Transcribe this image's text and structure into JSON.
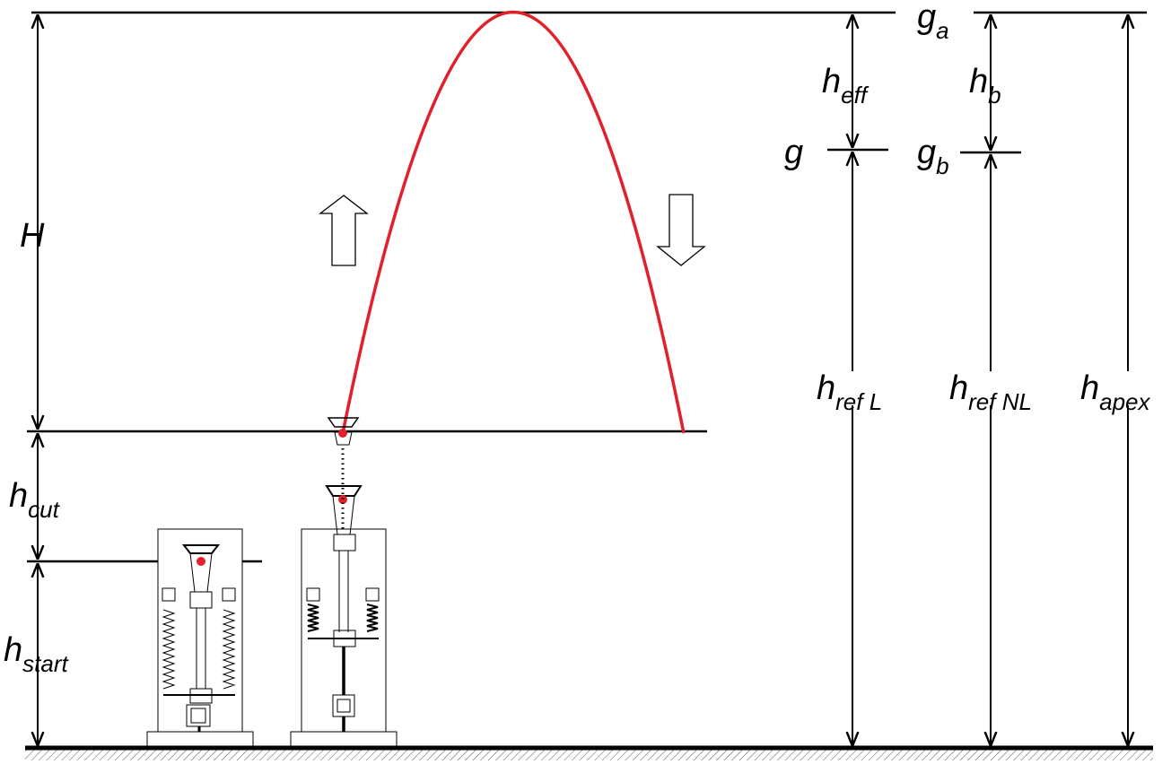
{
  "labels": {
    "H": "H",
    "h_cut": {
      "main": "h",
      "sub": "cut"
    },
    "h_start": {
      "main": "h",
      "sub": "start"
    },
    "g_a": {
      "main": "g",
      "sub": "a"
    },
    "h_eff": {
      "main": "h",
      "sub": "eff"
    },
    "g": "g",
    "h_b": {
      "main": "h",
      "sub": "b"
    },
    "g_b": {
      "main": "g",
      "sub": "b"
    },
    "h_ref_L": {
      "main": "h",
      "sub": "ref L"
    },
    "h_ref_NL": {
      "main": "h",
      "sub": "ref NL"
    },
    "h_apex": {
      "main": "h",
      "sub": "apex"
    }
  },
  "colors": {
    "trajectory": "#e0202a",
    "lines": "#000000",
    "marker": "#e0202a"
  },
  "icons": {
    "up_arrow": "hollow-up-arrow-icon",
    "down_arrow": "hollow-down-arrow-icon"
  }
}
